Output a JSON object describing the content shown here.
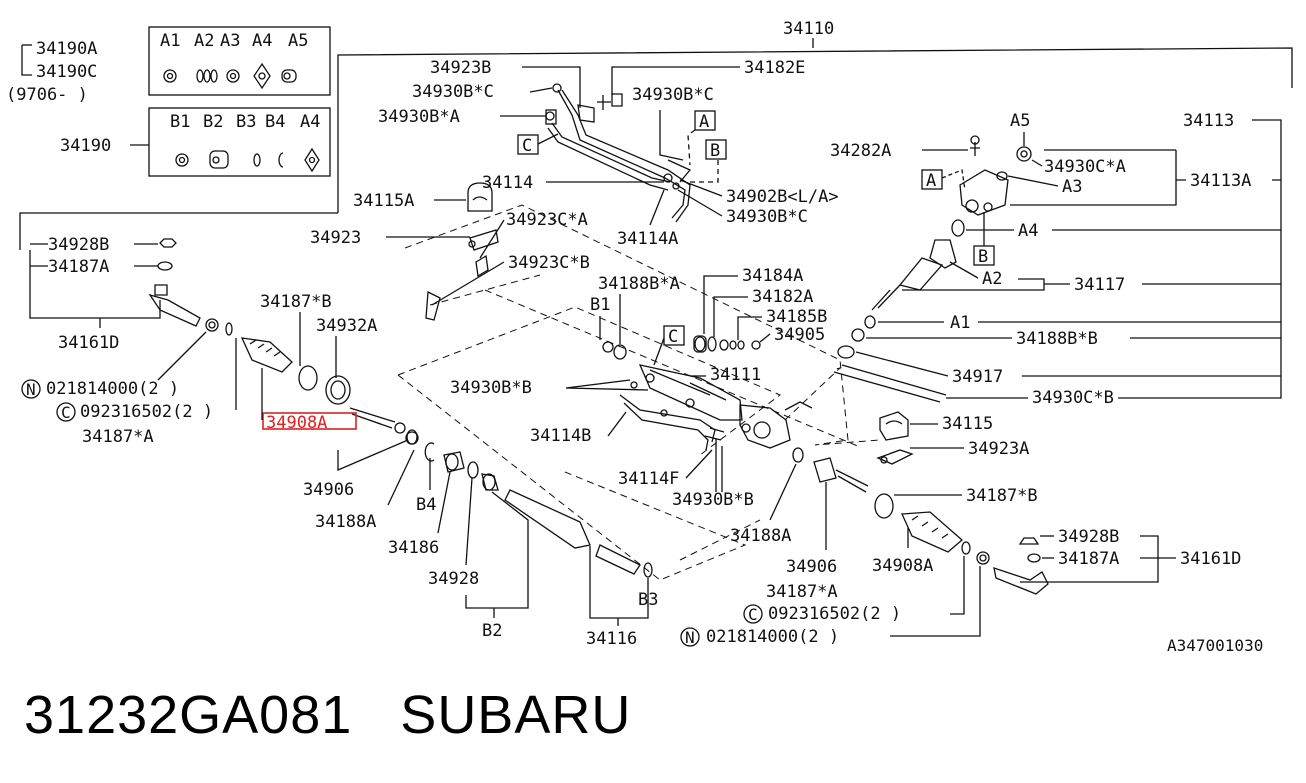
{
  "diagram": {
    "main_assembly": "34110",
    "labels": {
      "l34190A": "34190A",
      "l34190C": "34190C",
      "l9706": "(9706-    )",
      "l34190": "34190",
      "kitA": [
        "A1",
        "A2",
        "A3",
        "A4",
        "A5"
      ],
      "kitB": [
        "B1",
        "B2",
        "B3",
        "B4",
        "A4"
      ],
      "l34923B": "34923B",
      "l34930BC1": "34930B*C",
      "l34930BA": "34930B*A",
      "boxC1": "C",
      "l34182E": "34182E",
      "l34930BC2": "34930B*C",
      "boxA1": "A",
      "boxB1": "B",
      "l34113": "34113",
      "l34114": "34114",
      "l34902B": "34902B<L/A>",
      "l34930BC3": "34930B*C",
      "l34114A": "34114A",
      "l34115A": "34115A",
      "l34923CA": "34923C*A",
      "l34923": "34923",
      "l34923CB": "34923C*B",
      "l34282A": "34282A",
      "boxA2": "A",
      "l34930CA": "34930C*A",
      "lA5": "A5",
      "lA3": "A3",
      "l34113A": "34113A",
      "lA4": "A4",
      "boxB2": "B",
      "lA2": "A2",
      "l34117": "34117",
      "l34928B1": "34928B",
      "l34187A1": "34187A",
      "l34161D1": "34161D",
      "l34187B1": "34187*B",
      "l34932A": "34932A",
      "l34184A": "34184A",
      "l34182A": "34182A",
      "l34185B": "34185B",
      "l34905": "34905",
      "l34188BA": "34188B*A",
      "lB1": "B1",
      "boxC2": "C",
      "lA1": "A1",
      "l34188BB": "34188B*B",
      "l34917": "34917",
      "l34930CB": "34930C*B",
      "l34111": "34111",
      "l34930BB1": "34930B*B",
      "l021814000a": "021814000(2 )",
      "l092316502a": "092316502(2 )",
      "l34187A_star1": "34187*A",
      "l34908A1": "34908A",
      "l34114B": "34114B",
      "l34114F": "34114F",
      "l34930BB2": "34930B*B",
      "l34115": "34115",
      "l34923A": "34923A",
      "l34906a": "34906",
      "l34188A1": "34188A",
      "lB4": "B4",
      "l34186": "34186",
      "l34928": "34928",
      "lB2": "B2",
      "l34116": "34116",
      "lB3": "B3",
      "l34188A2": "34188A",
      "l34906b": "34906",
      "l34187B2": "34187*B",
      "l34908A2": "34908A",
      "l34928B2": "34928B",
      "l34187A2": "34187A",
      "l34161D2": "34161D",
      "l34187A_star2": "34187*A",
      "l092316502b": "092316502(2 )",
      "l021814000b": "021814000(2 )",
      "circN": "N",
      "circC": "C"
    },
    "highlight_label": "34908A",
    "highlight_color": "#e02020",
    "diagram_code": "A347001030"
  },
  "footer": {
    "part_number": "31232GA081",
    "brand": "SUBARU"
  }
}
